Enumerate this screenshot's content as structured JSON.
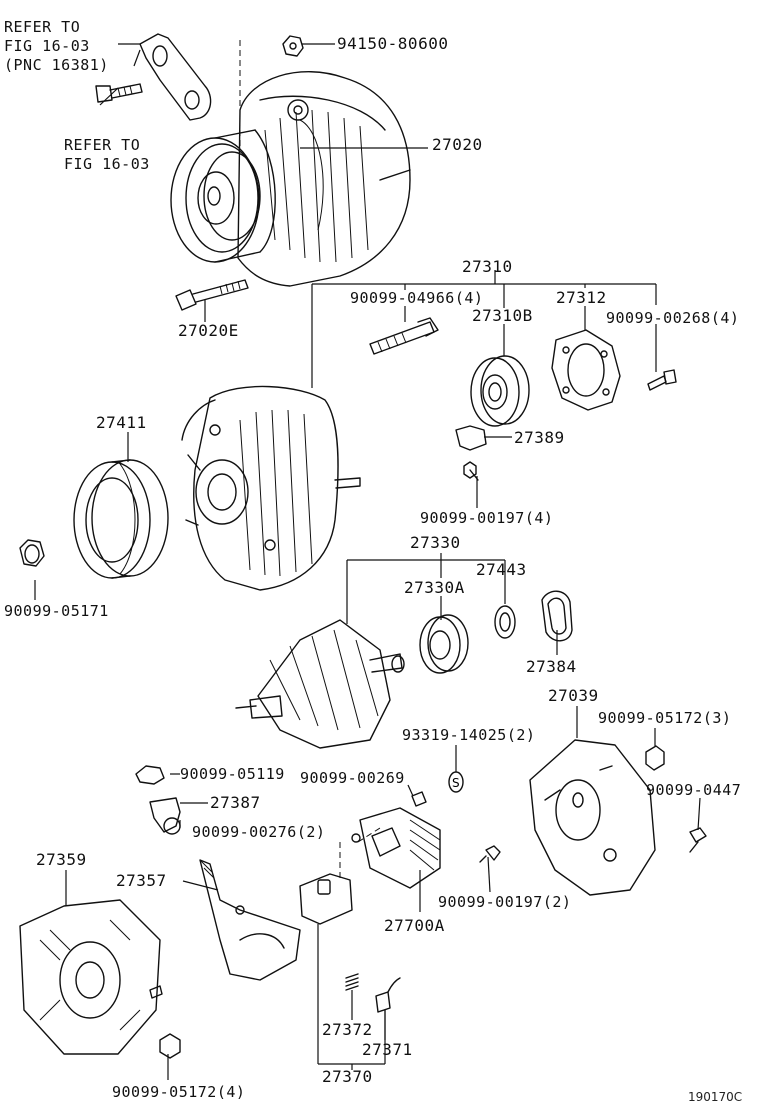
{
  "references": {
    "ref_fig_1": "REFER TO\nFIG 16-03\n(PNC 16381)",
    "ref_fig_2": "REFER TO\nFIG 16-03"
  },
  "parts": {
    "p_94150_80600": "94150-80600",
    "p_27020": "27020",
    "p_27020E": "27020E",
    "p_27310": "27310",
    "p_90099_04966": "90099-04966(4)",
    "p_27312": "27312",
    "p_27310B": "27310B",
    "p_90099_00268": "90099-00268(4)",
    "p_27389": "27389",
    "p_90099_00197_4": "90099-00197(4)",
    "p_27411": "27411",
    "p_90099_05171": "90099-05171",
    "p_27330": "27330",
    "p_27443": "27443",
    "p_27330A": "27330A",
    "p_27384": "27384",
    "p_27039": "27039",
    "p_90099_05172_3": "90099-05172(3)",
    "p_93319_14025": "93319-14025(2)",
    "p_90099_05119": "90099-05119",
    "p_90099_00269": "90099-00269",
    "p_90099_0447": "90099-0447",
    "p_27387": "27387",
    "p_90099_00276": "90099-00276(2)",
    "p_27359": "27359",
    "p_27357": "27357",
    "p_90099_00197_2": "90099-00197(2)",
    "p_27700A": "27700A",
    "p_27372": "27372",
    "p_27371": "27371",
    "p_27370": "27370",
    "p_90099_05172_4": "90099-05172(4)"
  },
  "figure_code": "190170C"
}
